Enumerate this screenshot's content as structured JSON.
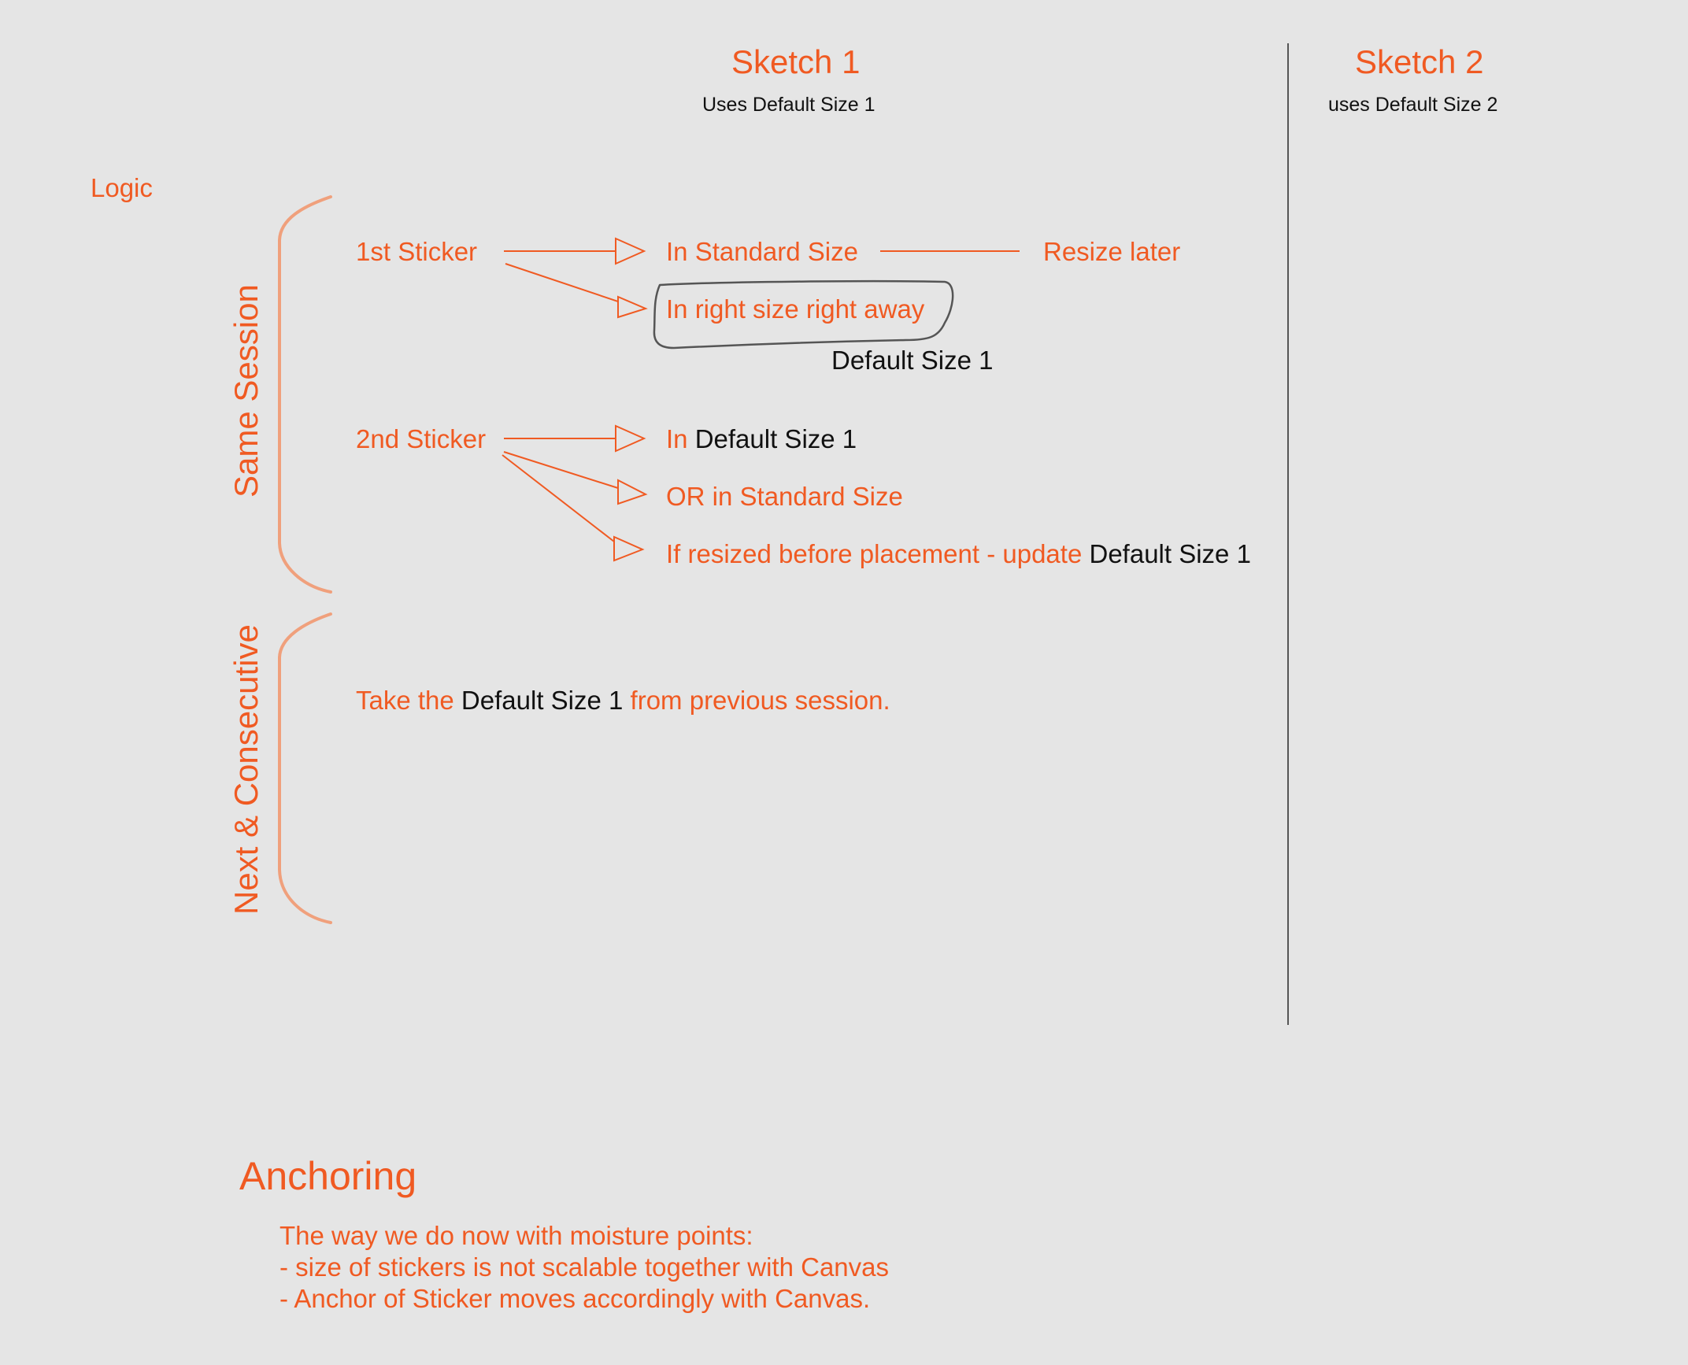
{
  "headers": {
    "sketch1_title": "Sketch 1",
    "sketch1_subtitle": "Uses Default Size 1",
    "sketch2_title": "Sketch 2",
    "sketch2_subtitle": "uses Default Size 2"
  },
  "logic_label": "Logic",
  "groups": {
    "same_session": "Same Session",
    "next_consecutive": "Next & Consecutive"
  },
  "first_sticker": {
    "label": "1st Sticker",
    "standard": "In Standard Size",
    "resize_later": "Resize later",
    "right_size": "In right size right away",
    "default_size_note": "Default Size 1"
  },
  "second_sticker": {
    "label": "2nd Sticker",
    "in_prefix": "In",
    "in_default": "Default Size 1",
    "or_standard": "OR in Standard Size",
    "resized_prefix": "If resized before placement - update",
    "resized_default": "Default Size 1"
  },
  "next_session": {
    "take_prefix": "Take the",
    "take_default": "Default Size 1",
    "take_suffix": "from previous session."
  },
  "anchoring": {
    "title": "Anchoring",
    "lines": [
      "The way we do now with moisture points:",
      "- size of stickers is not scalable together with Canvas",
      "- Anchor of Sticker moves accordingly with Canvas."
    ]
  },
  "colors": {
    "accent": "#f05a22",
    "brace": "#f0a07c",
    "text_dark": "#111111",
    "divider": "#555555",
    "background": "#e5e5e5"
  }
}
